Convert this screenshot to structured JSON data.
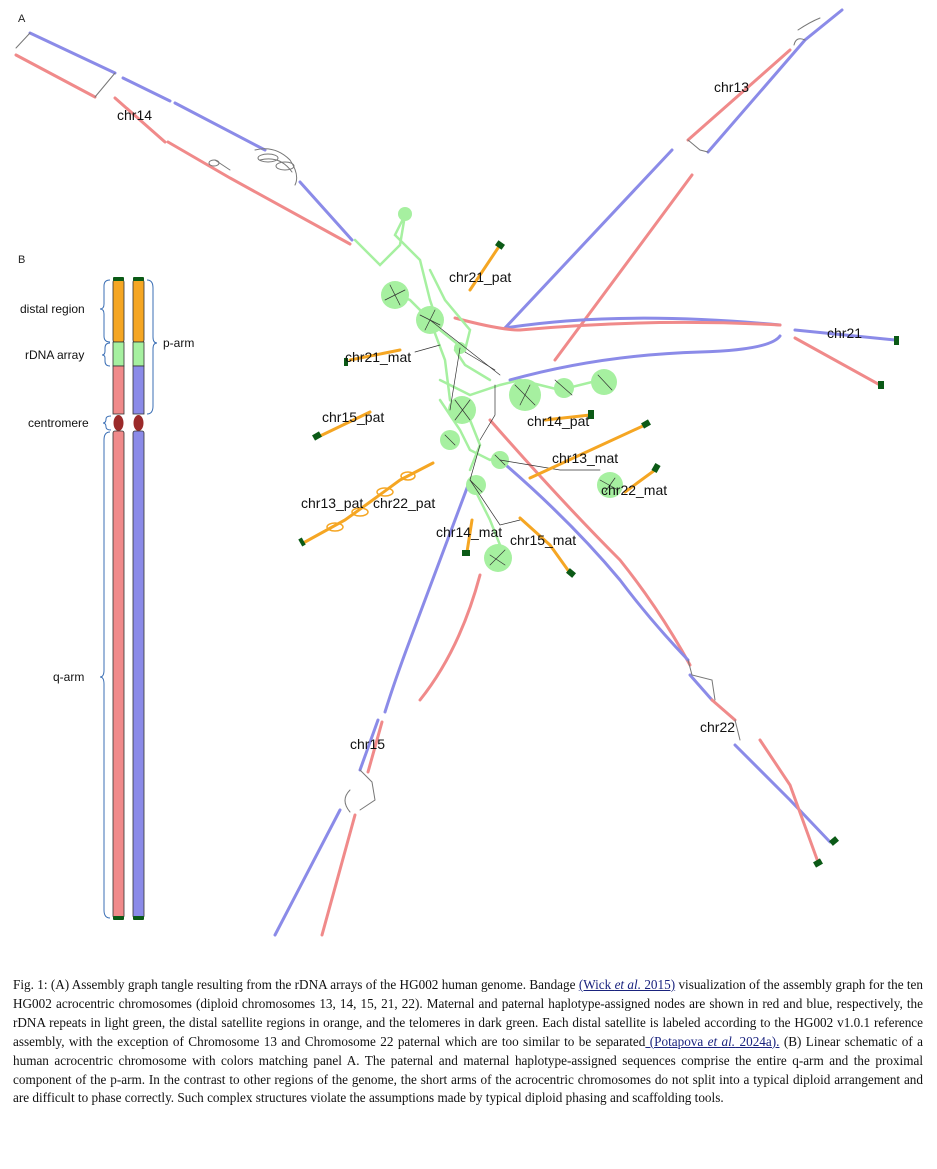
{
  "colors": {
    "maternal": "#f08a8a",
    "paternal": "#8b8be8",
    "rdna": "#a6f0a0",
    "distal": "#f5a623",
    "telomere": "#0b5a16",
    "centromere": "#9b2a2a",
    "link": "#1a237e"
  },
  "figure": {
    "panel_a": "A",
    "panel_b": "B",
    "chromosome_labels": [
      "chr14",
      "chr13",
      "chr21",
      "chr22",
      "chr15"
    ],
    "satellite_labels": [
      "chr21_pat",
      "chr21_mat",
      "chr15_pat",
      "chr14_pat",
      "chr13_mat",
      "chr22_mat",
      "chr13_pat",
      "chr22_pat",
      "chr14_mat",
      "chr15_mat"
    ],
    "schematic": {
      "distal": "distal region",
      "rdna": "rDNA array",
      "centromere": "centromere",
      "qarm": "q-arm",
      "parm": "p-arm"
    }
  },
  "caption": {
    "p1": "Fig. 1: (A) Assembly graph tangle resulting from the rDNA arrays of the HG002 human genome. Bandage ",
    "link1": "(Wick ",
    "link1_etal": "et al.",
    "link1_end": " 2015)",
    "p2": " visualization of the assembly graph for the ten HG002 acrocentric chromosomes (diploid chromosomes 13, 14, 15, 21, 22). Maternal and paternal haplotype-assigned nodes are shown in red and blue, respectively, the rDNA repeats in light green, the distal satellite regions in orange, and the telomeres in dark green. Each distal satellite is labeled according to the HG002 v1.0.1 reference assembly, with the exception of Chromosome 13 and Chromosome 22 paternal which are too similar to be separated",
    "link2": " (Potapova ",
    "link2_etal": "et al.",
    "link2_end": " 2024a).",
    "p3": " (B) Linear schematic of a human acrocentric chromosome with colors matching panel A. The paternal and maternal haplotype-assigned sequences comprise the entire q-arm and the proximal component of the p-arm. In the contrast to other regions of the genome, the short arms of the acrocentric chromosomes do not split into a typical diploid arrangement and are difficult to phase correctly. Such complex structures violate the assumptions made by typical diploid phasing and scaffolding tools."
  }
}
